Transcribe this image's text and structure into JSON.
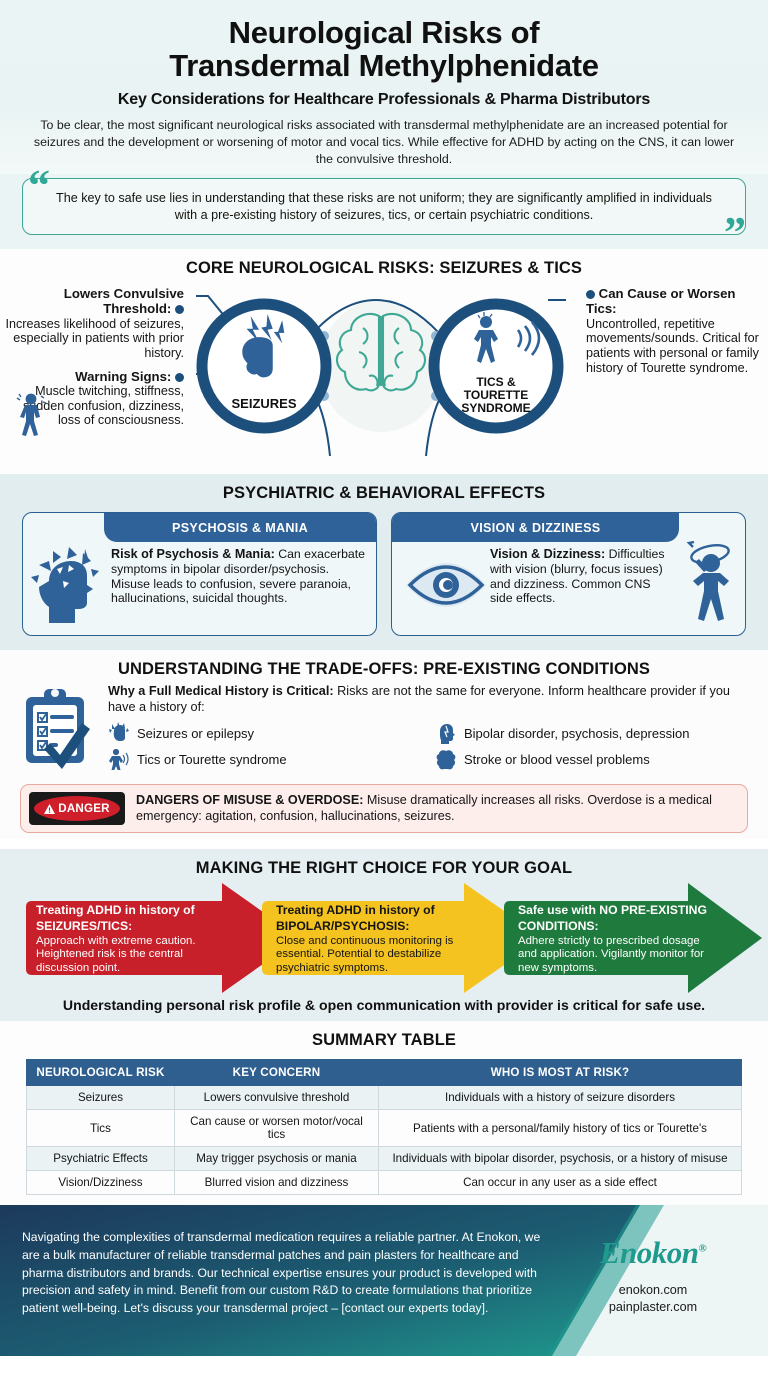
{
  "header": {
    "title_line1": "Neurological Risks of",
    "title_line2": "Transdermal Methylphenidate",
    "subtitle": "Key Considerations for Healthcare Professionals & Pharma Distributors",
    "intro": "To be clear, the most significant neurological risks associated with transdermal methylphenidate are an increased potential for seizures and the development or worsening of motor and vocal tics. While effective for ADHD by acting on the CNS, it can lower the convulsive threshold."
  },
  "quote": {
    "text": "The key to safe use lies in understanding that these risks are not uniform; they are significantly amplified in individuals with a pre-existing history of seizures, tics, or certain psychiatric conditions.",
    "open_mark": "“",
    "close_mark": "”"
  },
  "core": {
    "section_title": "CORE NEUROLOGICAL RISKS: SEIZURES & TICS",
    "left": [
      {
        "head": "Lowers Convulsive Threshold:",
        "text": "Increases likelihood of seizures, especially in patients with prior history."
      },
      {
        "head": "Warning Signs:",
        "text": "Muscle twitching, stiffness, sudden confusion, dizziness, loss of consciousness."
      }
    ],
    "right": [
      {
        "head": "Can Cause or Worsen Tics:",
        "text": "Uncontrolled, repetitive movements/sounds. Critical for patients with personal or family history of Tourette syndrome."
      }
    ],
    "circle_left_label": "SEIZURES",
    "circle_right_label": "TICS &\nTOURETTE\nSYNDROME",
    "circle_right_l1": "TICS &",
    "circle_right_l2": "TOURETTE",
    "circle_right_l3": "SYNDROME"
  },
  "psych": {
    "section_title": "PSYCHIATRIC & BEHAVIORAL EFFECTS",
    "cards": [
      {
        "header": "PSYCHOSIS & MANIA",
        "lead": "Risk of Psychosis & Mania:",
        "body": " Can exacerbate symptoms in bipolar disorder/psychosis. Misuse leads to confusion, severe paranoia, hallucinations, suicidal thoughts."
      },
      {
        "header": "VISION & DIZZINESS",
        "lead": "Vision & Dizziness:",
        "body": " Difficulties with vision (blurry, focus issues) and dizziness. Common CNS side effects."
      }
    ]
  },
  "trade": {
    "section_title": "UNDERSTANDING THE TRADE-OFFS: PRE-EXISTING CONDITIONS",
    "lead_bold": "Why a Full Medical History is Critical:",
    "lead_rest": " Risks are not the same for everyone. Inform healthcare provider if you have a history of:",
    "conditions": [
      "Seizures or epilepsy",
      "Bipolar disorder, psychosis, depression",
      "Tics or Tourette syndrome",
      "Stroke or blood vessel problems"
    ]
  },
  "danger": {
    "badge_label": "DANGER",
    "title": "DANGERS OF MISUSE & OVERDOSE:",
    "text": " Misuse dramatically increases all risks. Overdose is a medical emergency: agitation, confusion, hallucinations, seizures."
  },
  "choice": {
    "section_title": "MAKING THE RIGHT CHOICE FOR YOUR GOAL",
    "arrows": [
      {
        "head": "Treating ADHD in history of SEIZURES/TICS:",
        "body": "Approach with extreme caution. Heightened risk is the central discussion point.",
        "color": "#c8202a"
      },
      {
        "head": "Treating ADHD in history of BIPOLAR/PSYCHOSIS:",
        "body": "Close and continuous monitoring is essential. Potential to destabilize psychiatric symptoms.",
        "color": "#f5c320"
      },
      {
        "head": "Safe use with NO PRE-EXISTING CONDITIONS:",
        "body": "Adhere strictly to prescribed dosage and application. Vigilantly monitor for new symptoms.",
        "color": "#1f7a3d"
      }
    ],
    "closing": "Understanding personal risk profile & open communication with provider is critical for safe use."
  },
  "table": {
    "section_title": "SUMMARY TABLE",
    "headers": [
      "NEUROLOGICAL RISK",
      "KEY CONCERN",
      "WHO IS MOST AT RISK?"
    ],
    "rows": [
      [
        "Seizures",
        "Lowers convulsive threshold",
        "Individuals with a history of seizure disorders"
      ],
      [
        "Tics",
        "Can cause or worsen motor/vocal tics",
        "Patients with a personal/family history of tics or Tourette's"
      ],
      [
        "Psychiatric Effects",
        "May trigger psychosis or mania",
        "Individuals with bipolar disorder, psychosis, or a history of misuse"
      ],
      [
        "Vision/Dizziness",
        "Blurred vision and dizziness",
        "Can occur in any user as a side effect"
      ]
    ]
  },
  "footer": {
    "text": "Navigating the complexities of transdermal medication requires a reliable partner. At Enokon, we are a bulk manufacturer of reliable transdermal patches and pain plasters for healthcare and pharma distributors and brands. Our technical expertise ensures your product is developed with precision and safety in mind. Benefit from our custom R&D to create formulations that prioritize patient well-being. Let's discuss your transdermal project – [contact our experts today].",
    "brand": "Enokon",
    "brand_mark": "®",
    "link1": "enokon.com",
    "link2": "painplaster.com"
  },
  "colors": {
    "blue": "#2f6298",
    "dark_blue": "#1d4f7c",
    "teal": "#2fa898",
    "red": "#c8202a",
    "yellow": "#f5c320",
    "green": "#1f7a3d"
  }
}
